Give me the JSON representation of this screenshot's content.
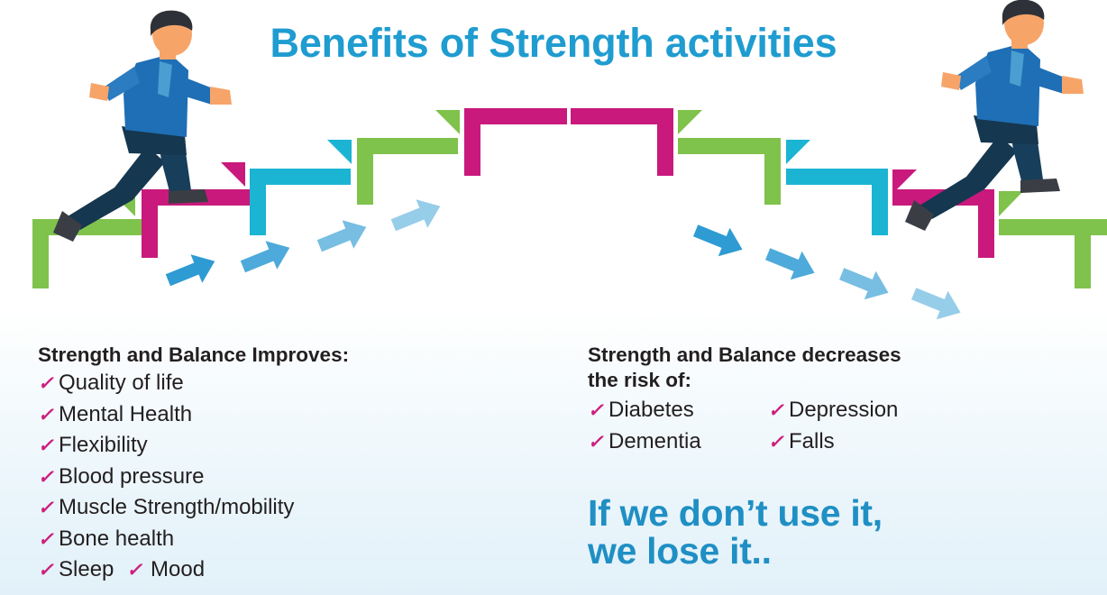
{
  "title": "Benefits of Strength activities",
  "improves": {
    "heading": "Strength and Balance Improves:",
    "items": [
      "Quality of life",
      "Mental Health",
      "Flexibility",
      "Blood pressure",
      "Muscle Strength/mobility",
      "Bone health"
    ],
    "last_row": {
      "first": "Sleep",
      "second": "Mood"
    }
  },
  "decreases": {
    "heading_line1": "Strength and Balance decreases",
    "heading_line2": "the risk of:",
    "items": [
      "Diabetes",
      "Depression",
      "Dementia",
      "Falls"
    ]
  },
  "tagline": "If we don’t use it,\nwe lose it..",
  "tick_symbol": "✓",
  "colors": {
    "title_blue": "#1F9CD0",
    "tagline_blue": "#1F8FC4",
    "magenta": "#C9197D",
    "green": "#7FC24C",
    "cyan": "#1BB4D3",
    "arrow_blue": "#2E9BD3",
    "text_dark": "#231F20",
    "jacket_blue": "#1E6FB5",
    "trousers_navy": "#15374F",
    "skin": "#F7A469",
    "hair": "#2E3138",
    "shoe": "#3A3E44"
  },
  "chart_data": {
    "type": "diagram",
    "description": "Staircase arch: steps rise left-to-right to a plateau then descend, with a running figure ascending on the left and descending on the right; arrows beneath follow each slope.",
    "left_steps": [
      {
        "index": 1,
        "color": "#7FC24C"
      },
      {
        "index": 2,
        "color": "#C9197D"
      },
      {
        "index": 3,
        "color": "#1BB4D3"
      },
      {
        "index": 4,
        "color": "#7FC24C"
      },
      {
        "index": 5,
        "color": "#C9197D"
      }
    ],
    "right_steps": [
      {
        "index": 1,
        "color": "#C9197D"
      },
      {
        "index": 2,
        "color": "#7FC24C"
      },
      {
        "index": 3,
        "color": "#1BB4D3"
      },
      {
        "index": 4,
        "color": "#C9197D"
      },
      {
        "index": 5,
        "color": "#7FC24C"
      }
    ],
    "left_arrow_opacities": [
      1,
      0.85,
      0.65,
      0.5
    ],
    "right_arrow_opacities": [
      1,
      0.85,
      0.65,
      0.5
    ]
  }
}
